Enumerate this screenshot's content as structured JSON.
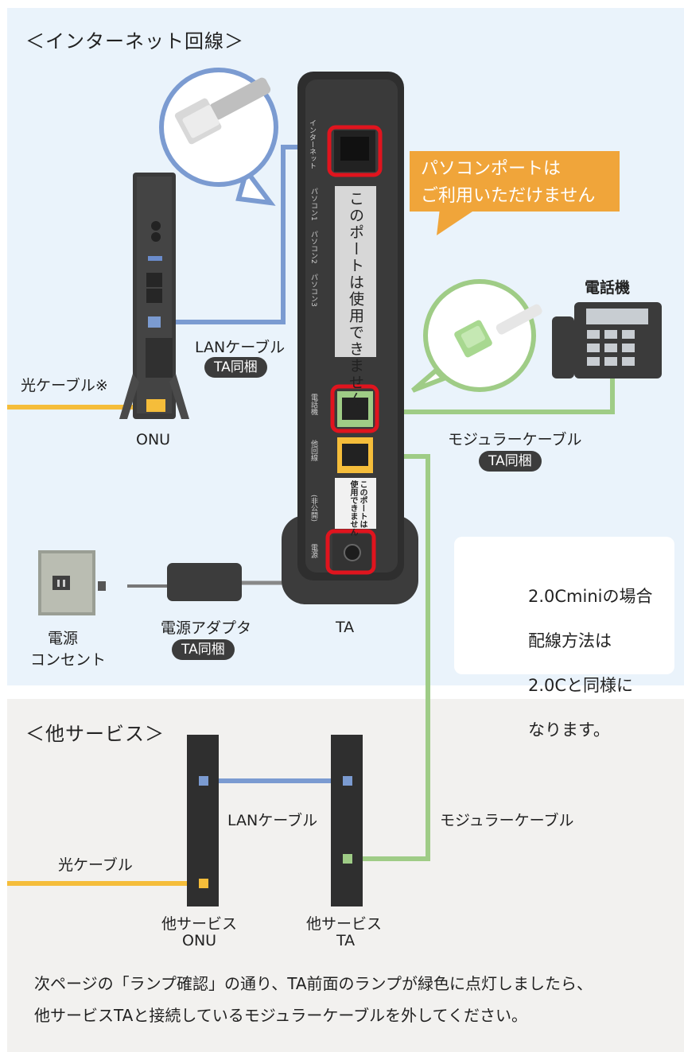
{
  "sections": {
    "internet": {
      "title": "＜インターネット回線＞"
    },
    "other": {
      "title": "＜他サービス＞"
    }
  },
  "callout": {
    "line1": "パソコンポートは",
    "line2": "ご利用いただけません"
  },
  "devices": {
    "ta": "TA",
    "onu": "ONU",
    "phone": "電話機",
    "outlet_line1": "電源",
    "outlet_line2": "コンセント",
    "adapter": "電源アダプタ"
  },
  "cables": {
    "lan": "LANケーブル",
    "fiber": "光ケーブル※",
    "modular": "モジュラーケーブル",
    "bundled": "TA同梱"
  },
  "ta_ports": {
    "port1": "インターネット",
    "port2": "パソコン1",
    "port3": "パソコン2",
    "port4": "パソコン3",
    "port5": "電話機",
    "port6": "他回線",
    "port7": "(非公開)",
    "port8": "電源"
  },
  "ta_notes": {
    "pc_ports": "このポートは使用できません",
    "lower_line1": "このポートは",
    "lower_line2": "使用できません"
  },
  "note_card": {
    "line1": "2.0Cminiの場合",
    "line2": "配線方法は",
    "line3": "2.0Cと同様に",
    "line4": "なります。"
  },
  "other_service": {
    "lan": "LANケーブル",
    "fiber": "光ケーブル",
    "modular": "モジュラーケーブル",
    "onu_line1": "他サービス",
    "onu_line2": "ONU",
    "ta_line1": "他サービス",
    "ta_line2": "TA"
  },
  "footer": {
    "line1": "次ページの「ランプ確認」の通り、TA前面のランプが緑色に点灯しましたら、",
    "line2": "他サービスTAと接続しているモジュラーケーブルを外してください。"
  },
  "colors": {
    "lan_cable": "#7b9bd1",
    "fiber_cable": "#f5bd3a",
    "modular_cable": "#9fcc86",
    "highlight": "#e0141e",
    "callout": "#f0a53a",
    "device": "#3b3b3b"
  }
}
